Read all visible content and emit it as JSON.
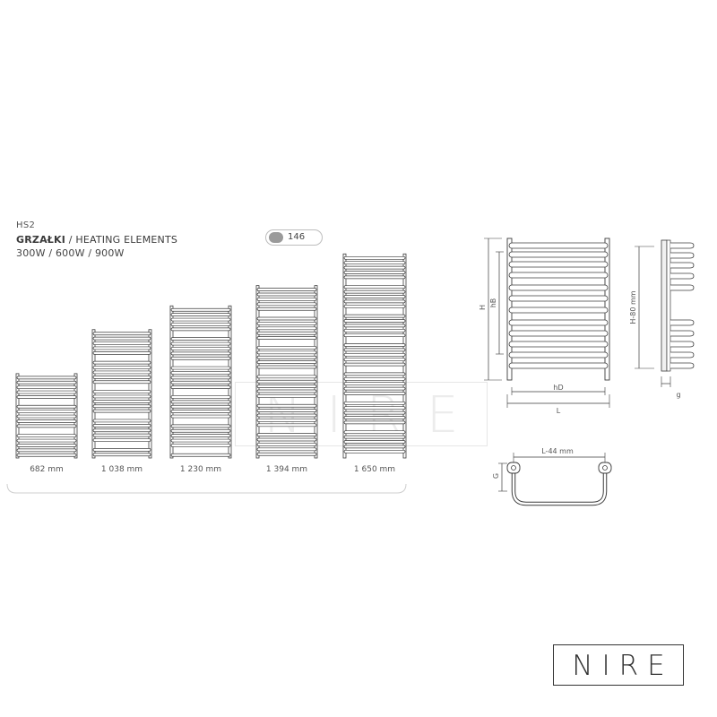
{
  "product": {
    "model": "HS2",
    "title_bold": "GRZAŁKI",
    "title_rest": " / HEATING ELEMENTS",
    "power": "300W / 600W / 900W",
    "catalog_page": "146"
  },
  "heights": [
    {
      "label": "682 mm",
      "value": 682
    },
    {
      "label": "1 038 mm",
      "value": 1038
    },
    {
      "label": "1 230 mm",
      "value": 1230
    },
    {
      "label": "1 394 mm",
      "value": 1394
    },
    {
      "label": "1 650 mm",
      "value": 1650
    }
  ],
  "dimensions": {
    "H": "H",
    "hB": "hB",
    "hD": "hD",
    "L": "L",
    "H_80": "H-80 mm",
    "g": "g",
    "G": "G",
    "L_44": "L-44 mm"
  },
  "watermark": "NIRE",
  "brand": "NIRE",
  "colors": {
    "line": "#3c3c3c",
    "light_line": "#cfcfcf",
    "watermark": "#ececec"
  }
}
